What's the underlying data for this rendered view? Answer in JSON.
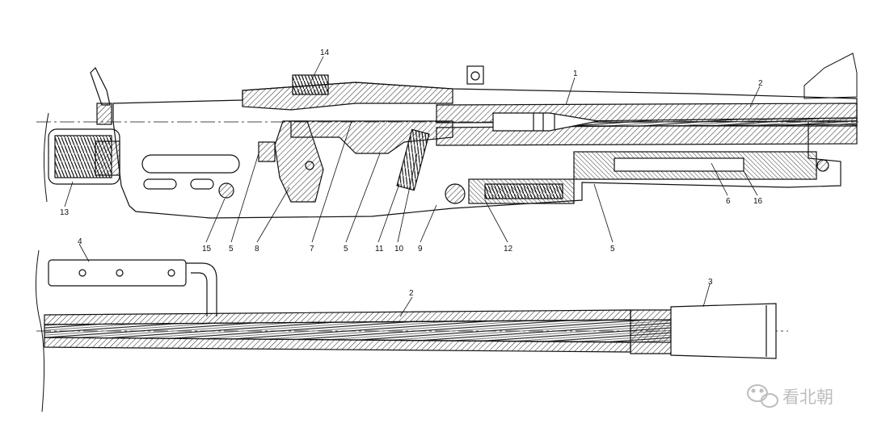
{
  "diagram": {
    "callouts_upper": [
      "14",
      "1",
      "2",
      "13",
      "15",
      "5",
      "8",
      "7",
      "5",
      "11",
      "10",
      "9",
      "12",
      "5",
      "6",
      "16"
    ],
    "callouts_lower": [
      "4",
      "2",
      "3"
    ]
  },
  "watermark": {
    "text": "看北朝",
    "icon": "wechat-icon"
  }
}
